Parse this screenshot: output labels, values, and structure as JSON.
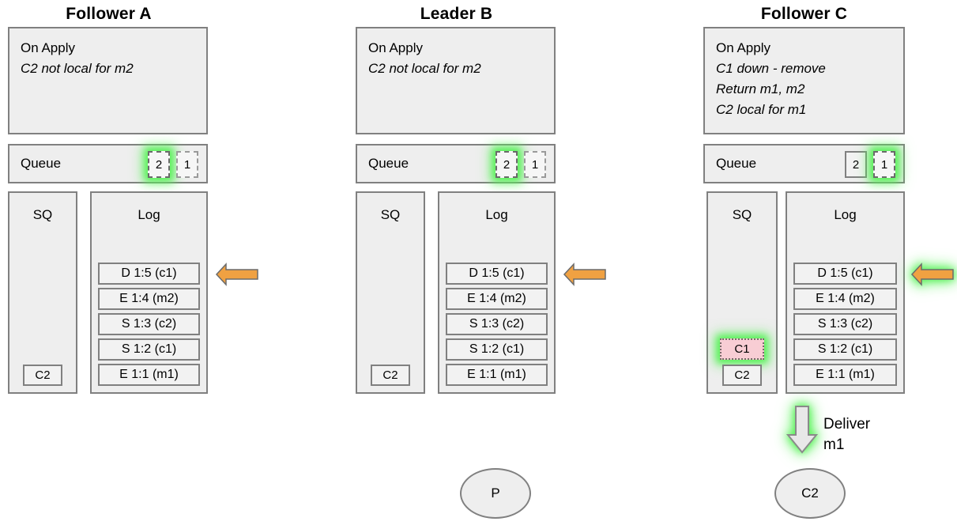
{
  "colors": {
    "panel_fill": "#eeeeee",
    "panel_border": "#808080",
    "box_fill": "#f2f2f2",
    "highlight_green": "#57f257",
    "arrow_orange": "#f0a142",
    "pink_fill": "#f8cdd4",
    "deliver_arrow_fill": "#e8e8e8"
  },
  "nodes": [
    {
      "id": "follower-a",
      "title": "Follower A",
      "apply": {
        "head": "On Apply",
        "lines": [
          "C2 not local for m2"
        ]
      },
      "queue": {
        "label": "Queue",
        "slots": [
          {
            "value": "2",
            "style": "dashed",
            "highlight": true
          },
          {
            "value": "1",
            "style": "dashed",
            "highlight": false
          }
        ]
      },
      "sq": {
        "header": "SQ",
        "items": [
          {
            "value": "C2",
            "style": "plain",
            "highlight": false
          }
        ]
      },
      "log": {
        "header": "Log",
        "entries": [
          "D 1:5 (c1)",
          "E 1:4 (m2)",
          "S 1:3 (c2)",
          "S 1:2 (c1)",
          "E 1:1 (m1)"
        ]
      },
      "arrow": {
        "direction": "left",
        "color": "#f0a142",
        "highlight": false
      },
      "deliver": null,
      "client": null
    },
    {
      "id": "leader-b",
      "title": "Leader B",
      "apply": {
        "head": "On Apply",
        "lines": [
          "C2 not local for m2"
        ]
      },
      "queue": {
        "label": "Queue",
        "slots": [
          {
            "value": "2",
            "style": "dashed",
            "highlight": true
          },
          {
            "value": "1",
            "style": "dashed",
            "highlight": false
          }
        ]
      },
      "sq": {
        "header": "SQ",
        "items": [
          {
            "value": "C2",
            "style": "plain",
            "highlight": false
          }
        ]
      },
      "log": {
        "header": "Log",
        "entries": [
          "D 1:5 (c1)",
          "E 1:4 (m2)",
          "S 1:3 (c2)",
          "S 1:2 (c1)",
          "E 1:1 (m1)"
        ]
      },
      "arrow": {
        "direction": "left",
        "color": "#f0a142",
        "highlight": false
      },
      "deliver": null,
      "client": {
        "label": "P"
      }
    },
    {
      "id": "follower-c",
      "title": "Follower C",
      "apply": {
        "head": "On Apply",
        "lines": [
          "C1 down - remove",
          "Return m1, m2",
          "C2 local for m1"
        ]
      },
      "queue": {
        "label": "Queue",
        "slots": [
          {
            "value": "2",
            "style": "solid",
            "highlight": false
          },
          {
            "value": "1",
            "style": "dashed",
            "highlight": true
          }
        ]
      },
      "sq": {
        "header": "SQ",
        "items": [
          {
            "value": "C1",
            "style": "pink",
            "highlight": true
          },
          {
            "value": "C2",
            "style": "plain",
            "highlight": false
          }
        ]
      },
      "log": {
        "header": "Log",
        "entries": [
          "D 1:5 (c1)",
          "E 1:4 (m2)",
          "S 1:3 (c2)",
          "S 1:2 (c1)",
          "E 1:1 (m1)"
        ]
      },
      "arrow": {
        "direction": "left",
        "color": "#f0a142",
        "highlight": true
      },
      "deliver": {
        "label_line1": "Deliver",
        "label_line2": "m1",
        "direction": "down",
        "highlight": true
      },
      "client": {
        "label": "C2"
      }
    }
  ]
}
